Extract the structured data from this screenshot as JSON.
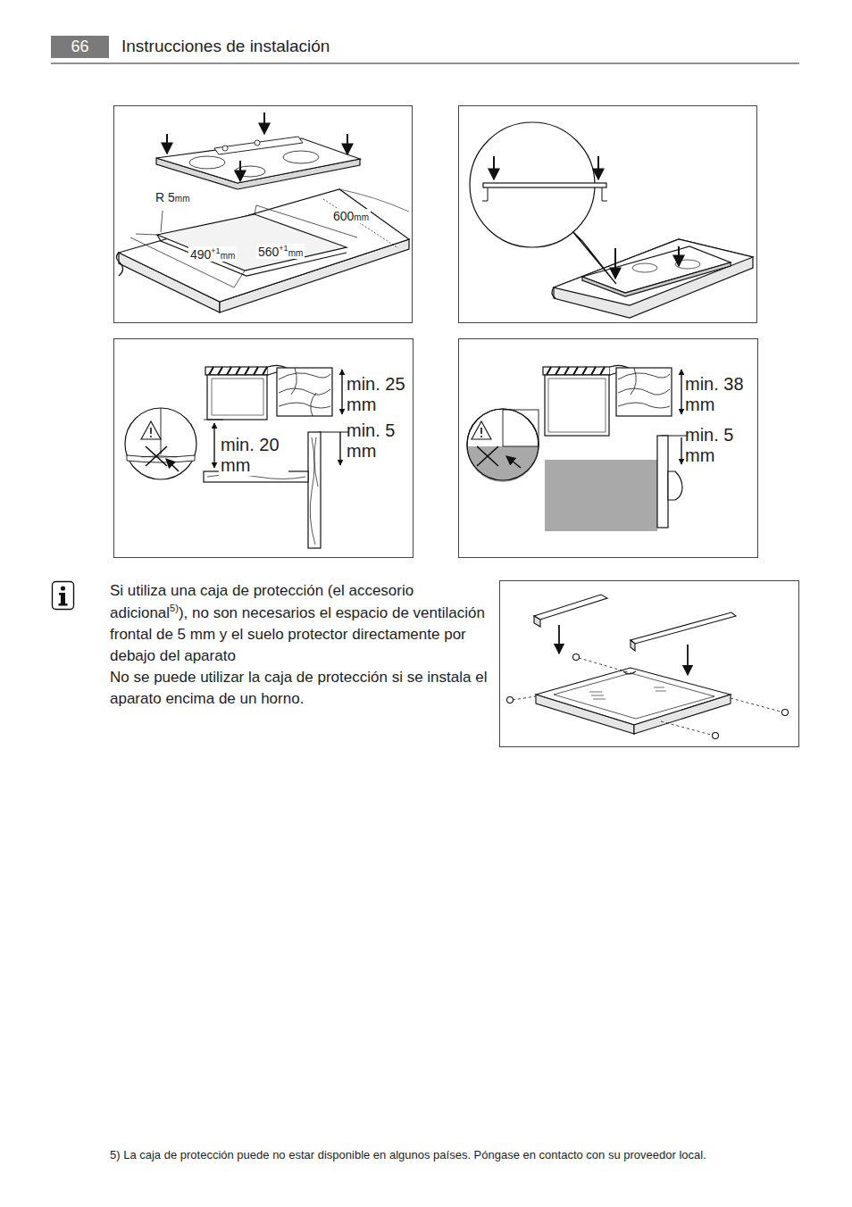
{
  "diagram": {
    "title": "Instrucciones de instalación",
    "labels": [
      "66",
      "R 5",
      "mm",
      "600",
      "mm",
      "490",
      "+1",
      "mm",
      "560",
      "+1",
      "mm",
      "min. 25 mm",
      "min. 5 mm",
      "min. 20 mm",
      "min. 38 mm",
      "min. 5 mm",
      "Si utiliza una caja de protección (el accesorio adicional",
      "5)",
      "), no son necesarios el espacio de ventilación frontal de 5 mm y el suelo protector directamente por debajo del aparato",
      "No se puede utilizar la caja de protección si se instala el aparato encima de un horno.",
      "5) La caja de protección puede no estar disponible en algunos países. Póngase en contacto con su proveedor local."
    ]
  }
}
